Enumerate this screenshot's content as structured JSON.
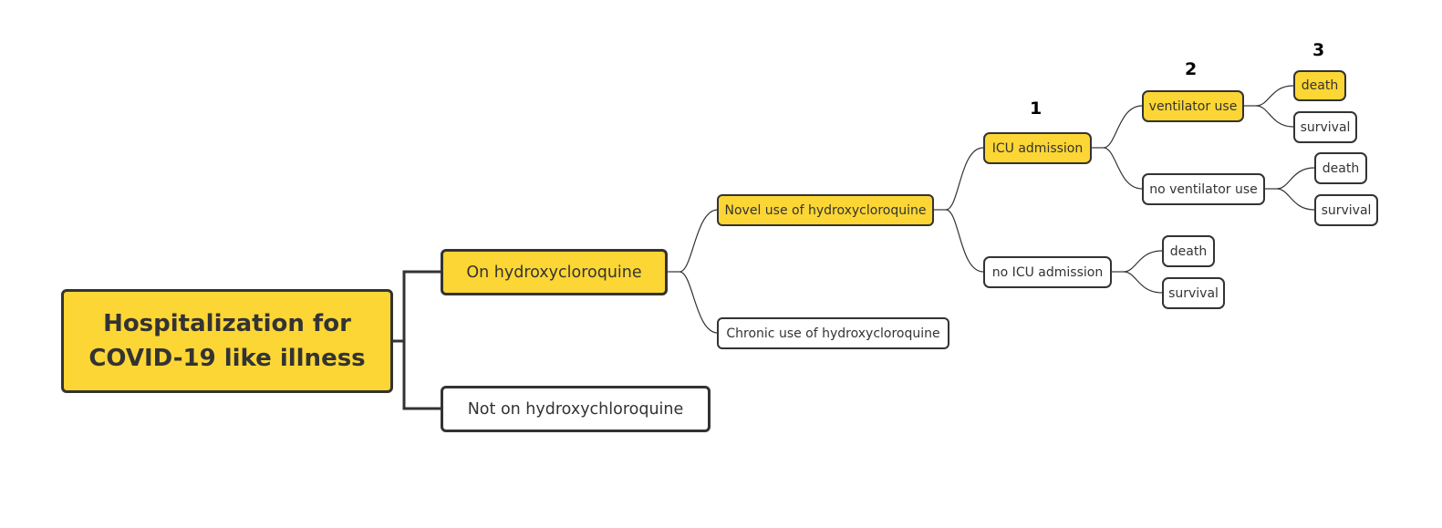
{
  "root": {
    "line1": "Hospitalization for",
    "line2": "COVID-19 like illness"
  },
  "branches": {
    "on_hcq": "On hydroxycloroquine",
    "not_on_hcq": "Not on hydroxychloroquine"
  },
  "use": {
    "novel": "Novel use of hydroxycloroquine",
    "chronic": "Chronic use of hydroxycloroquine"
  },
  "icu": {
    "admission": "ICU admission",
    "no_admission": "no ICU admission"
  },
  "ventilator": {
    "use": "ventilator use",
    "no_use": "no ventilator use"
  },
  "outcomes": {
    "vent_death": "death",
    "vent_survival": "survival",
    "novent_death": "death",
    "novent_survival": "survival",
    "noicu_death": "death",
    "noicu_survival": "survival"
  },
  "step_numbers": {
    "one": "1",
    "two": "2",
    "three": "3"
  },
  "colors": {
    "highlight": "#fcd634",
    "border": "#333333",
    "connector": "#333333"
  }
}
